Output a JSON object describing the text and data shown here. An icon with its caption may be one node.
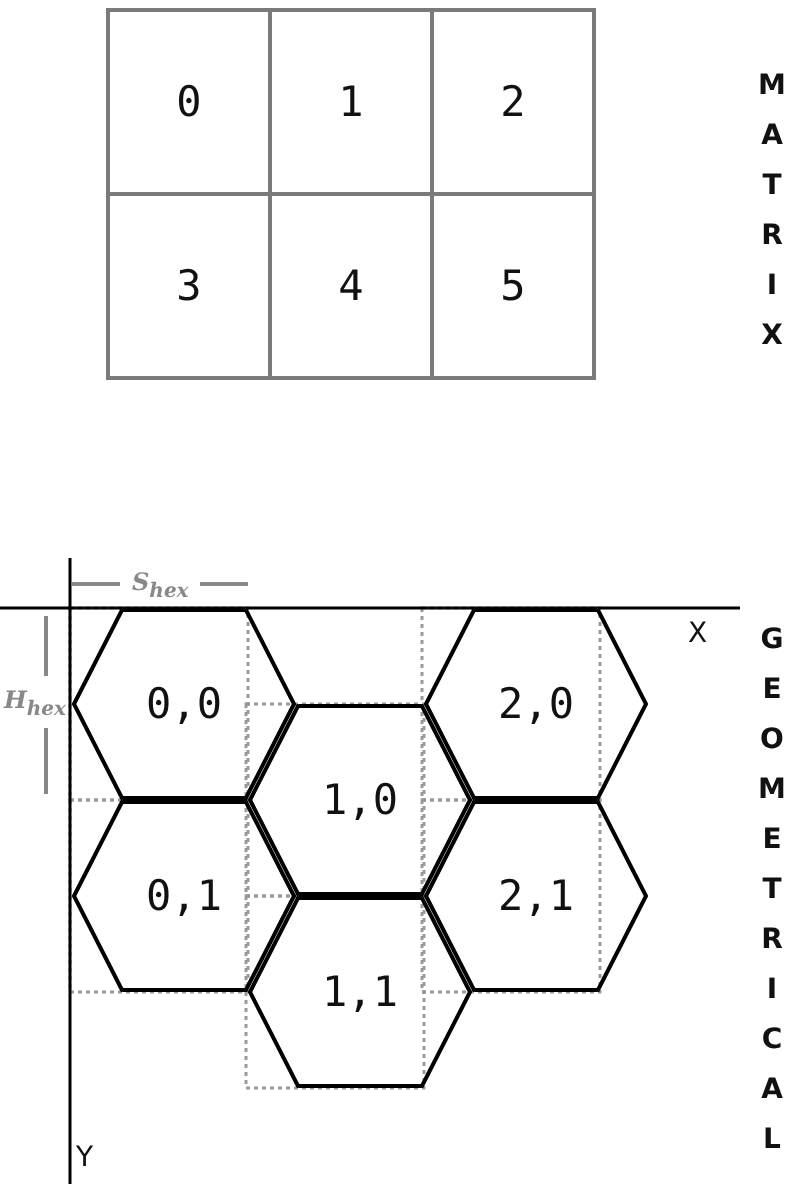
{
  "diagram": {
    "nodes": [
      {
        "text": [
          "0"
        ]
      },
      {
        "text": [
          "1"
        ]
      },
      {
        "text": [
          "2"
        ]
      },
      {
        "text": [
          "3"
        ]
      },
      {
        "text": [
          "4"
        ]
      },
      {
        "text": [
          "5"
        ]
      },
      {
        "text": [
          "0,0"
        ]
      },
      {
        "text": [
          "2,0"
        ]
      },
      {
        "text": [
          "1,0"
        ]
      },
      {
        "text": [
          "0,1"
        ]
      },
      {
        "text": [
          "2,1"
        ]
      },
      {
        "text": [
          "1,1"
        ]
      }
    ],
    "edges": [],
    "labels": [
      "MATRIX",
      "S$_{hex}$",
      "X",
      "GEOMETRICAL",
      "H$_{hex}$",
      "Y"
    ]
  }
}
